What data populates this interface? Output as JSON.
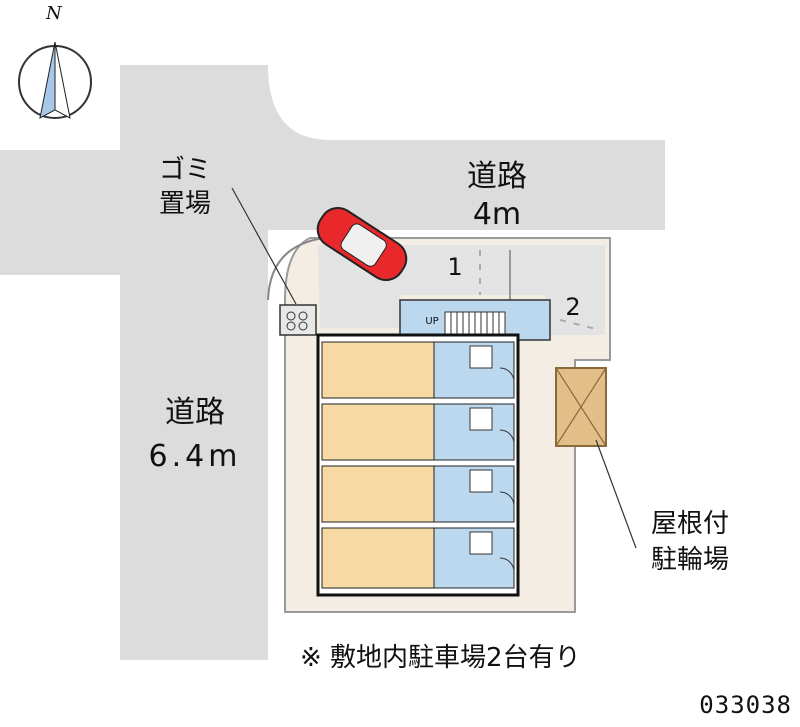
{
  "compass": {
    "letter": "N"
  },
  "roads": {
    "top": {
      "name": "道路",
      "width": "4m"
    },
    "left": {
      "name": "道路",
      "width": "6.4m"
    }
  },
  "garbage": {
    "line1": "ゴミ",
    "line2": "置場"
  },
  "parking": {
    "space1": "1",
    "space2": "2",
    "stairs": "UP"
  },
  "bike": {
    "line1": "屋根付",
    "line2": "駐輪場"
  },
  "note": "※ 敷地内駐車場2台有り",
  "code": "033038",
  "colors": {
    "road": "#dcdcdc",
    "site": "#f4ede4",
    "room": "#f6d9a3",
    "wet": "#bcd8ef",
    "car": "#e8282a",
    "bike": "#e2bf88"
  }
}
